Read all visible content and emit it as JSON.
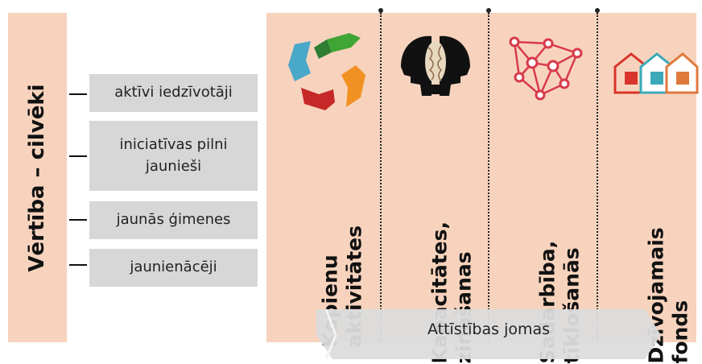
{
  "left": {
    "title": "Vērtība – cilvēki",
    "items": [
      {
        "label": "aktīvi iedzīvotāji"
      },
      {
        "label_line1": "iniciatīvas pilni",
        "label_line2": "jaunieši"
      },
      {
        "label": "jaunās ģimenes"
      },
      {
        "label": "jaunienācēji"
      }
    ]
  },
  "columns": [
    {
      "line1": "Kopienu",
      "line2": "aktivitātes",
      "icon": "hands-circle-icon"
    },
    {
      "line1": "Kapacitātes,",
      "line2": "zināšanas",
      "icon": "head-brain-icon"
    },
    {
      "line1": "Sadarbība,",
      "line2": "tīklošanās",
      "icon": "network-icon"
    },
    {
      "line1": "Dzīvojamais",
      "line2": "fonds",
      "icon": "houses-icon"
    }
  ],
  "arrow_label": "Attīstības jomas",
  "colors": {
    "panel": "#f7d3bd",
    "pill": "#d7d7d7",
    "arrow": "#dcdcdc"
  }
}
